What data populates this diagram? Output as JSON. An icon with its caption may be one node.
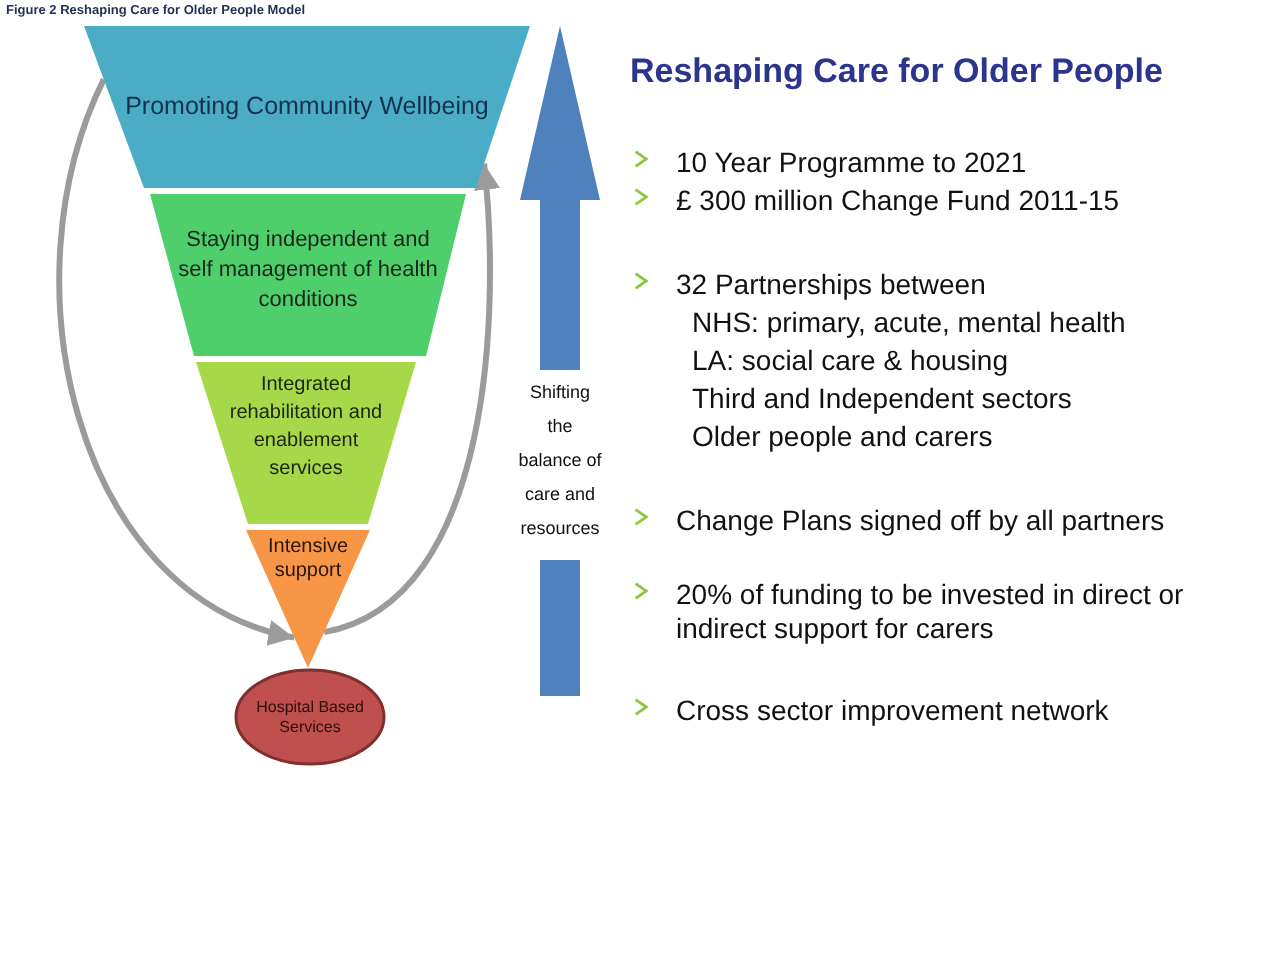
{
  "diagram": {
    "title": "Reshaping Care for Older People",
    "caption": "Figure 2 Reshaping Care for Older People Model",
    "nodes": [
      {
        "text": [
          "Promoting Community Wellbeing"
        ]
      },
      {
        "text": [
          "Staying independent and self management of health conditions"
        ]
      },
      {
        "text": [
          "Integrated rehabilitation and enablement services"
        ]
      },
      {
        "text": [
          "Intensive support"
        ]
      },
      {
        "text": [
          "Hospital Based Services"
        ]
      }
    ],
    "edges": [
      {
        "from": 0,
        "to": 3,
        "arrow": "to"
      },
      {
        "from": 3,
        "to": 0,
        "arrow": "to"
      }
    ],
    "labels": [
      "Shifting the balance of care and resources",
      "10 Year Programme to 2021",
      "£ 300 million Change Fund 2011-15",
      "32 Partnerships between",
      "NHS: primary, acute, mental health",
      "LA: social care & housing",
      "Third and Independent sectors",
      "Older people and carers",
      "Change Plans signed off by all partners",
      "20% of funding to be invested in direct or indirect support for carers",
      "Cross sector improvement network"
    ]
  }
}
